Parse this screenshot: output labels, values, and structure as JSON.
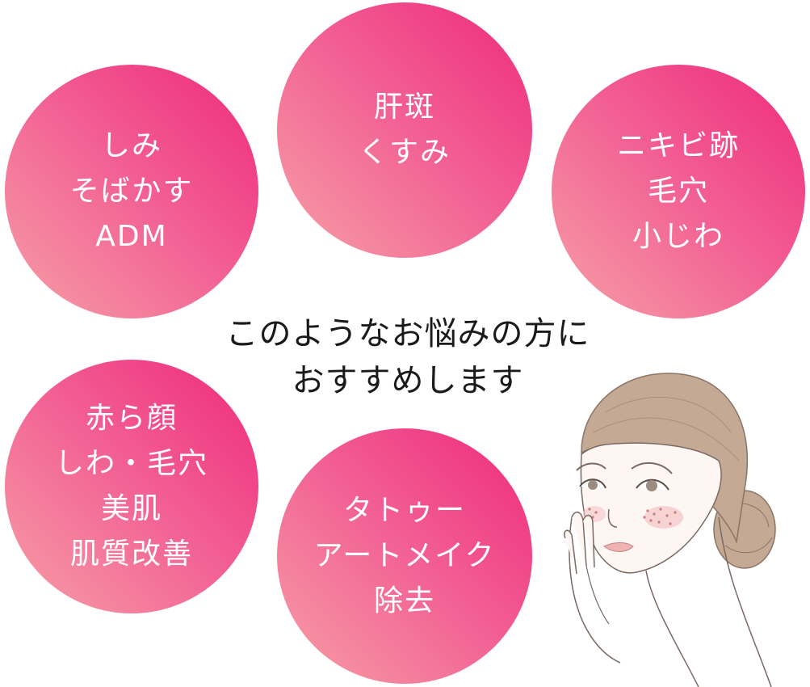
{
  "circles": [
    {
      "lines": [
        "しみ",
        "そばかす",
        "ADM"
      ]
    },
    {
      "lines": [
        "肝斑",
        "くすみ"
      ]
    },
    {
      "lines": [
        "ニキビ跡",
        "毛穴",
        "小じわ"
      ]
    },
    {
      "lines": [
        "赤ら顔",
        "しわ・毛穴",
        "美肌",
        "肌質改善"
      ]
    },
    {
      "lines": [
        "タトゥー",
        "アートメイク",
        "除去"
      ]
    }
  ],
  "headline": {
    "line1": "このようなお悩みの方に",
    "line2": "おすすめします"
  },
  "colors": {
    "gradient_top": "#ee2a7b",
    "gradient_mid": "#f25c93",
    "gradient_bottom": "#f6a0a6",
    "circle_text": "#ffffff",
    "headline_text": "#1a1a1a",
    "hair": "#c4a995",
    "skin_line": "#7a6a62",
    "blush": "#f5c4c8"
  }
}
